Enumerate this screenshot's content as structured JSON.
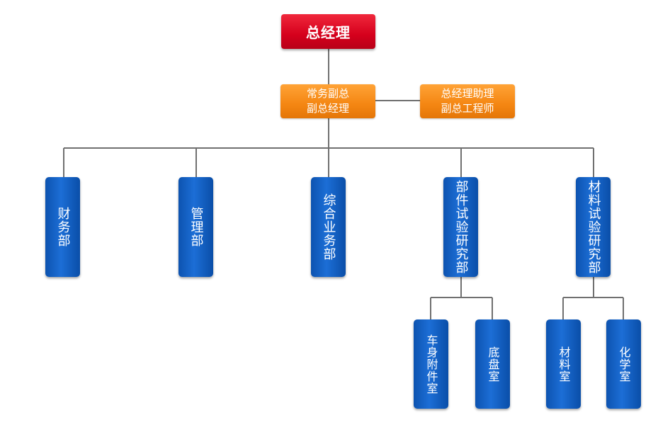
{
  "top": {
    "label": "总经理"
  },
  "deputy": {
    "line1": "常务副总",
    "line2": "副总经理"
  },
  "assistant": {
    "line1": "总经理助理",
    "line2": "副总工程师"
  },
  "departments": [
    {
      "label": "财务部"
    },
    {
      "label": "管理部"
    },
    {
      "label": "综合业务部"
    },
    {
      "label": "部件试验研究部"
    },
    {
      "label": "材料试验研究部"
    }
  ],
  "rooms": [
    {
      "label": "车身附件室"
    },
    {
      "label": "底盘室"
    },
    {
      "label": "材料室"
    },
    {
      "label": "化学室"
    }
  ],
  "colors": {
    "top": "#d5001c",
    "deputy": "#f48612",
    "department": "#1560c0",
    "connector": "#707070"
  }
}
